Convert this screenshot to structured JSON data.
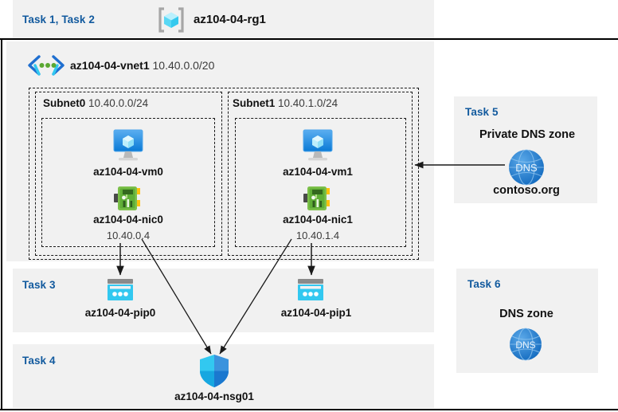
{
  "figure": {
    "title": "Azure AZ-104-04 lab architecture diagram",
    "colors": {
      "panel_bg": "#f1f1f1",
      "task_label": "#125a9e",
      "border": "#000000",
      "dashed": "#1a1a1a",
      "azure_blue": "#0078d4",
      "pip_cyan": "#32c8f0",
      "nic_green": "#6fbe44",
      "dns_blue": "#1f7fd4"
    }
  },
  "resource_group": {
    "task_label": "Task 1, Task 2",
    "icon": "resource-group-icon",
    "name": "az104-04-rg1"
  },
  "vnet": {
    "icon": "virtual-network-icon",
    "name": "az104-04-vnet1",
    "address_space": "10.40.0.0/20"
  },
  "subnets": [
    {
      "name": "Subnet0",
      "cidr": "10.40.0.0/24",
      "vm": {
        "icon": "virtual-machine-icon",
        "name": "az104-04-vm0"
      },
      "nic": {
        "icon": "network-interface-icon",
        "name": "az104-04-nic0",
        "private_ip": "10.40.0.4"
      }
    },
    {
      "name": "Subnet1",
      "cidr": "10.40.1.0/24",
      "vm": {
        "icon": "virtual-machine-icon",
        "name": "az104-04-vm1"
      },
      "nic": {
        "icon": "network-interface-icon",
        "name": "az104-04-nic1",
        "private_ip": "10.40.1.4"
      }
    }
  ],
  "task3": {
    "task_label": "Task 3",
    "public_ips": [
      {
        "icon": "public-ip-address-icon",
        "name": "az104-04-pip0"
      },
      {
        "icon": "public-ip-address-icon",
        "name": "az104-04-pip1"
      }
    ]
  },
  "task4": {
    "task_label": "Task 4",
    "nsg": {
      "icon": "network-security-group-icon",
      "name": "az104-04-nsg01"
    }
  },
  "task5": {
    "task_label": "Task 5",
    "heading": "Private DNS zone",
    "icon": "dns-zone-icon",
    "icon_text": "DNS",
    "zone_name": "contoso.org"
  },
  "task6": {
    "task_label": "Task 6",
    "heading": "DNS zone",
    "icon": "dns-zone-icon",
    "icon_text": "DNS"
  }
}
